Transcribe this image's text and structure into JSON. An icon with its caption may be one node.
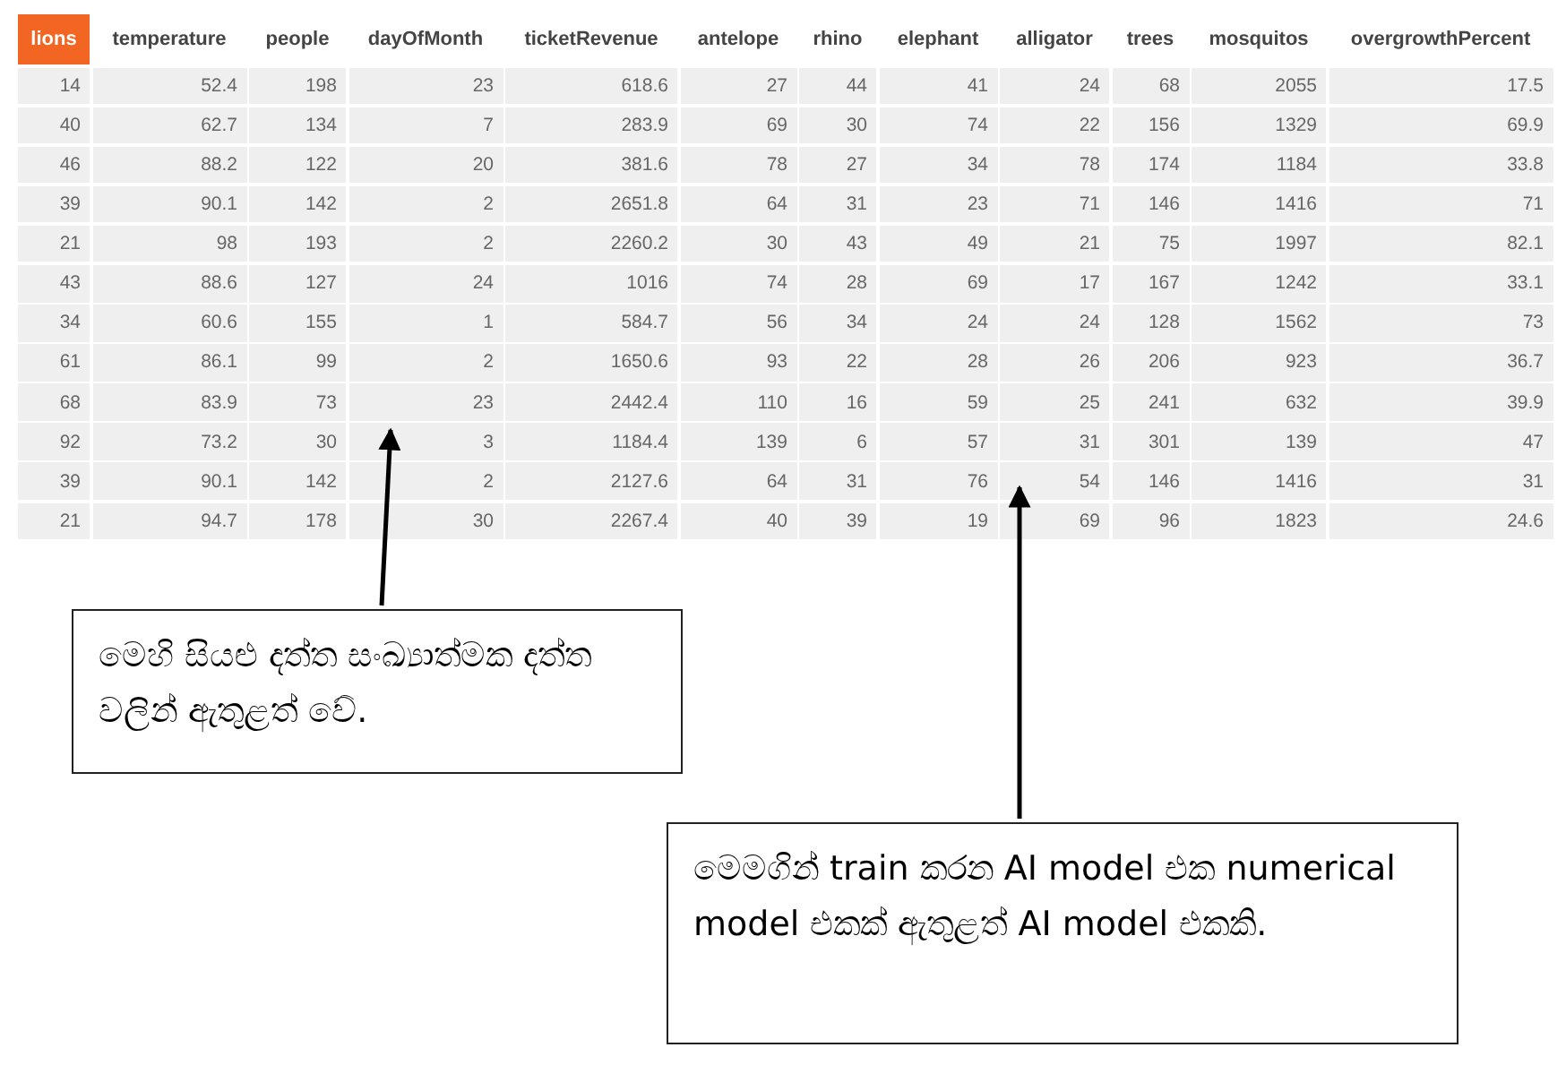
{
  "diagram": {
    "nodes": [
      {
        "text": [],
        "shape": "box"
      },
      {
        "text": [
          "මෙහි සියළු දත්ත සංඛ්‍යාත්මක දත්ත වලින් ඇතුළත් වේ."
        ]
      },
      {
        "text": [
          "මෙමගින් train කරන AI model එක numerical model එකක් ඇතුළත් AI model එකකි."
        ]
      }
    ],
    "edges": [
      {
        "from": 1,
        "to": 0,
        "arrow": "to"
      },
      {
        "from": 2,
        "to": 0,
        "arrow": "to"
      }
    ],
    "labels": [
      "lions",
      "temperature",
      "people",
      "dayOfMonth",
      "ticketRevenue",
      "antelope",
      "rhino",
      "elephant",
      "alligator",
      "trees",
      "mosquitos",
      "overgrowthPercent",
      "14",
      "52.4",
      "198",
      "23",
      "618.6",
      "27",
      "44",
      "41",
      "24",
      "68",
      "2055",
      "17.5",
      "40",
      "62.7",
      "134",
      "7",
      "283.9",
      "69",
      "30",
      "74",
      "22",
      "156",
      "1329",
      "69.9",
      "46",
      "88.2",
      "122",
      "20",
      "381.6",
      "78",
      "27",
      "34",
      "78",
      "174",
      "1184",
      "33.8",
      "39",
      "90.1",
      "142",
      "2",
      "2651.8",
      "64",
      "31",
      "23",
      "71",
      "146",
      "1416",
      "71",
      "21",
      "98",
      "193",
      "2",
      "2260.2",
      "30",
      "43",
      "49",
      "21",
      "75",
      "1997",
      "82.1",
      "43",
      "88.6",
      "127",
      "24",
      "1016",
      "74",
      "28",
      "69",
      "17",
      "167",
      "1242",
      "33.1",
      "34",
      "60.6",
      "155",
      "1",
      "584.7",
      "56",
      "34",
      "24",
      "24",
      "128",
      "1562",
      "73",
      "61",
      "86.1",
      "99",
      "2",
      "1650.6",
      "93",
      "22",
      "28",
      "26",
      "206",
      "923",
      "36.7",
      "68",
      "83.9",
      "73",
      "23",
      "2442.4",
      "110",
      "16",
      "59",
      "25",
      "241",
      "632",
      "39.9",
      "92",
      "73.2",
      "30",
      "3",
      "1184.4",
      "139",
      "6",
      "57",
      "31",
      "301",
      "139",
      "47",
      "39",
      "90.1",
      "142",
      "2",
      "2127.6",
      "64",
      "31",
      "76",
      "54",
      "146",
      "1416",
      "31",
      "21",
      "94.7",
      "178",
      "30",
      "2267.4",
      "40",
      "39",
      "19",
      "69",
      "96",
      "1823",
      "24.6"
    ]
  }
}
